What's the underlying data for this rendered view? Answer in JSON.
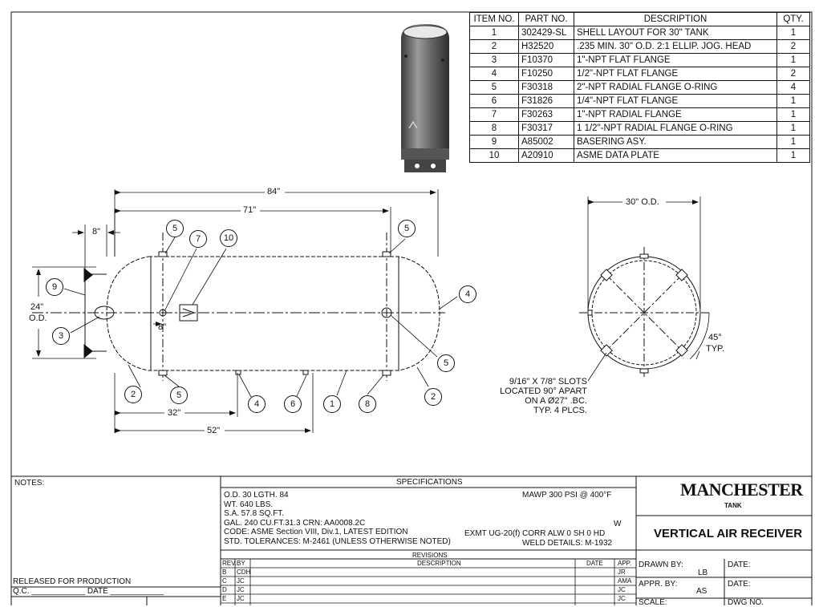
{
  "bom": {
    "headers": [
      "ITEM NO.",
      "PART NO.",
      "DESCRIPTION",
      "QTY."
    ],
    "rows": [
      [
        "1",
        "302429-SL",
        "SHELL LAYOUT FOR 30\" TANK",
        "1"
      ],
      [
        "2",
        "H32520",
        ".235 MIN. 30\" O.D. 2:1 ELLIP. JOG. HEAD",
        "2"
      ],
      [
        "3",
        "F10370",
        "1\"-NPT FLAT FLANGE",
        "1"
      ],
      [
        "4",
        "F10250",
        "1/2\"-NPT FLAT FLANGE",
        "2"
      ],
      [
        "5",
        "F30318",
        "2\"-NPT RADIAL FLANGE O-RING",
        "4"
      ],
      [
        "6",
        "F31826",
        "1/4\"-NPT FLAT FLANGE",
        "1"
      ],
      [
        "7",
        "F30263",
        "1\"-NPT RADIAL FLANGE",
        "1"
      ],
      [
        "8",
        "F30317",
        "1 1/2\"-NPT RADIAL FLANGE O-RING",
        "1"
      ],
      [
        "9",
        "A85002",
        "BASERING ASY.",
        "1"
      ],
      [
        "10",
        "A20910",
        "ASME DATA PLATE",
        "1"
      ]
    ]
  },
  "dims": {
    "overall": "84\"",
    "between": "71\"",
    "base": "8\"",
    "od": "24\"",
    "od_label": "O.D.",
    "small8": "8\"",
    "d32": "32\"",
    "d52": "52\"",
    "end_od": "30\" O.D.",
    "angle": "45°",
    "typ": "TYP."
  },
  "balloons": {
    "b5a": "5",
    "b7": "7",
    "b10": "10",
    "b5b": "5",
    "b9": "9",
    "b3": "3",
    "b4a": "4",
    "b5c": "5",
    "b2a": "2",
    "b5d": "5",
    "b4b": "4",
    "b6": "6",
    "b1": "1",
    "b8": "8",
    "b2b": "2"
  },
  "slot_note": [
    "9/16\" X 7/8\" SLOTS",
    "LOCATED 90° APART",
    "ON A Ø27\" .BC.",
    "TYP. 4 PLCS."
  ],
  "notes_label": "NOTES:",
  "release": "RELEASED FOR PRODUCTION",
  "qc": "Q.C. ____________ DATE ____________",
  "specs": {
    "title": "SPECIFICATIONS",
    "line1": "O.D. 30    LGTH. 84",
    "line2": "WT. 640    LBS.",
    "line3": "S.A.    57.8  SQ.FT.",
    "line4": "GAL.  240   CU.FT.31.3        CRN:  AA0008.2C",
    "line5": "CODE:  ASME Section VIII, Div.1, LATEST EDITION",
    "line6": "STD. TOLERANCES: M-2461 (UNLESS OTHERWISE NOTED)",
    "mawp": "MAWP 300   PSI @ 400°F",
    "w": "W",
    "exmt": "EXMT UG-20(f)  CORR ALW   0   SH   0   HD",
    "weld": "WELD DETAILS: M-1932"
  },
  "revisions": {
    "title": "REVISIONS",
    "headers": [
      "REV.",
      "BY",
      "DESCRIPTION",
      "DATE",
      "APP."
    ],
    "rows": [
      [
        "B",
        "CDH",
        "",
        "",
        "JR"
      ],
      [
        "C",
        "JC",
        "",
        "",
        "AMA"
      ],
      [
        "D",
        "JC",
        "",
        "",
        "JC"
      ],
      [
        "E",
        "JC",
        "",
        "",
        "JC"
      ]
    ]
  },
  "title_block": {
    "logo": "MANCHESTER",
    "logo_sub": "TANK",
    "title": "VERTICAL AIR RECEIVER",
    "drawn_by_label": "DRAWN BY:",
    "drawn_by": "LB",
    "date_label": "DATE:",
    "appr_label": "APPR. BY:",
    "appr": "AS",
    "date_label2": "DATE:",
    "scale_label": "SCALE:",
    "dwg_label": "DWG NO."
  }
}
